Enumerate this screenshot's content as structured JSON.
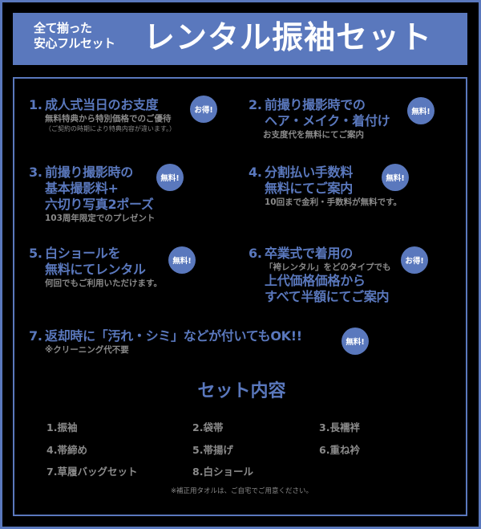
{
  "header": {
    "tagline_line1": "全て揃った",
    "tagline_line2": "安心フルセット",
    "title": "レンタル振袖セット"
  },
  "colors": {
    "accent": "#5a78bd",
    "background": "#000000",
    "subtext": "#8a8a8a"
  },
  "benefits": [
    {
      "number": "1.",
      "heading_lines": [
        "成人式当日のお支度"
      ],
      "sub": "無料特典から特別価格でのご優待",
      "fine": "（ご契約の時期により特典内容が違います。）",
      "badge": "お得!"
    },
    {
      "number": "2.",
      "heading_lines": [
        "前撮り撮影時での",
        "ヘア・メイク・着付け"
      ],
      "sub": "お支度代を無料にてご案内",
      "badge": "無料!"
    },
    {
      "number": "3.",
      "heading_lines": [
        "前撮り撮影時の",
        "基本撮影料+",
        "六切り写真2ポーズ"
      ],
      "sub": "103周年限定でのプレゼント",
      "badge": "無料!"
    },
    {
      "number": "4.",
      "heading_lines": [
        "分割払い手数料",
        "無料にてご案内"
      ],
      "sub": "10回まで金利・手数料が無料です。",
      "badge": "無料!"
    },
    {
      "number": "5.",
      "heading_lines": [
        "白ショールを",
        "無料にてレンタル"
      ],
      "sub": "何回でもご利用いただけます。",
      "badge": "無料!"
    },
    {
      "number": "6.",
      "heading_lines": [
        "卒業式で着用の"
      ],
      "sub": "「袴レンタル」をどのタイプでも",
      "heading_lines_2": [
        "上代価格価格から",
        "すべて半額にてご案内"
      ],
      "badge": "お得!"
    },
    {
      "number": "7.",
      "heading_lines": [
        "返却時に「汚れ・シミ」などが付いてもOK!!"
      ],
      "sub": "※クリーニング代不要",
      "badge": "無料!"
    }
  ],
  "set_contents": {
    "title": "セット内容",
    "items": [
      "1.振袖",
      "2.袋帯",
      "3.長襦袢",
      "4.帯締め",
      "5.帯揚げ",
      "6.重ね衿",
      "7.草履バッグセット",
      "8.白ショール"
    ],
    "footnote": "※補正用タオルは、ご自宅でご用意ください。"
  }
}
